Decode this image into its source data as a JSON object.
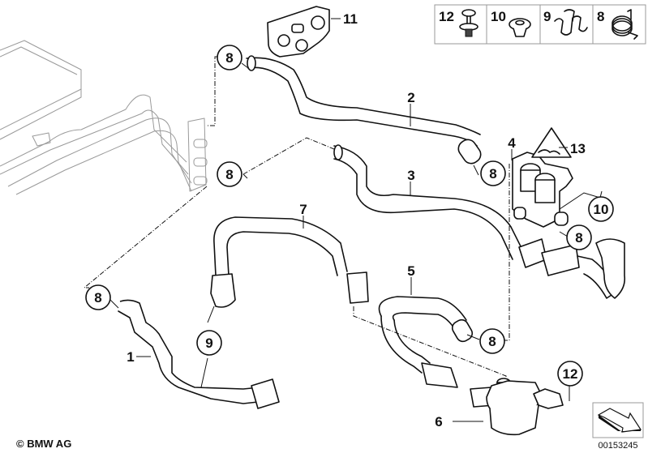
{
  "diagram": {
    "title": "Heater / coolant hoses parts diagram",
    "copyright": "© BMW AG",
    "image_number": "00153245",
    "parts": [
      {
        "number": "1",
        "name": "hose-1"
      },
      {
        "number": "2",
        "name": "hose-2"
      },
      {
        "number": "3",
        "name": "hose-3"
      },
      {
        "number": "4",
        "name": "water-valve"
      },
      {
        "number": "5",
        "name": "hose-5"
      },
      {
        "number": "6",
        "name": "auxiliary-water-pump"
      },
      {
        "number": "7",
        "name": "hose-7"
      },
      {
        "number": "8",
        "name": "hose-clamp"
      },
      {
        "number": "9",
        "name": "clip"
      },
      {
        "number": "10",
        "name": "grommet"
      },
      {
        "number": "11",
        "name": "hose-bracket"
      },
      {
        "number": "12",
        "name": "expanding-rivet"
      },
      {
        "number": "13",
        "name": "warning-label"
      }
    ],
    "legend": [
      {
        "number": "12",
        "icon": "expanding-rivet-icon"
      },
      {
        "number": "10",
        "icon": "grommet-icon"
      },
      {
        "number": "9",
        "icon": "clip-icon"
      },
      {
        "number": "8",
        "icon": "hose-clamp-icon"
      }
    ],
    "callouts": {
      "c8a": "8",
      "c8b": "8",
      "c8c": "8",
      "c8d": "8",
      "c8e": "8",
      "c8f": "8",
      "c9": "9",
      "c10": "10",
      "c12": "12",
      "l1": "1",
      "l2": "2",
      "l3": "3",
      "l4": "4",
      "l5": "5",
      "l6": "6",
      "l7": "7",
      "l11": "11",
      "l13": "13"
    }
  }
}
